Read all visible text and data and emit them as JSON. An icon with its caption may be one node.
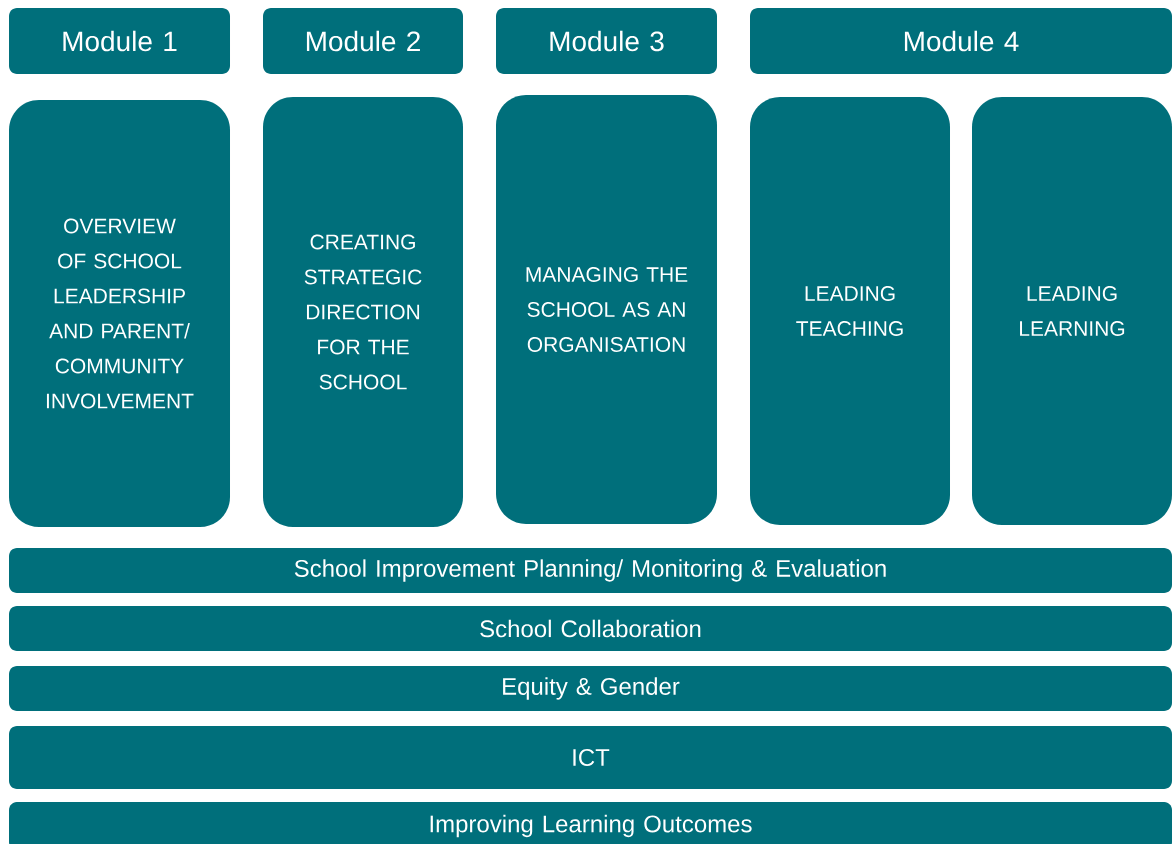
{
  "diagram": {
    "nodes": [
      {
        "text": [
          "Module 1"
        ]
      },
      {
        "text": [
          "Module 2"
        ]
      },
      {
        "text": [
          "Module 3"
        ]
      },
      {
        "text": [
          "Module 4"
        ]
      },
      {
        "text": [
          "OVERVIEW OF SCHOOL LEADERSHIP AND PARENT/ COMMUNITY INVOLVEMENT"
        ]
      },
      {
        "text": [
          "CREATING STRATEGIC DIRECTION FOR THE SCHOOL"
        ]
      },
      {
        "text": [
          "MANAGING THE SCHOOL AS AN ORGANISATION"
        ]
      },
      {
        "text": [
          "LEADING TEACHING"
        ]
      },
      {
        "text": [
          "LEADING LEARNING"
        ]
      },
      {
        "text": [
          "School Improvement Planning/ Monitoring & Evaluation"
        ]
      },
      {
        "text": [
          "School Collaboration"
        ]
      },
      {
        "text": [
          "Equity & Gender"
        ]
      },
      {
        "text": [
          "ICT"
        ]
      },
      {
        "text": [
          "Improving Learning Outcomes"
        ]
      }
    ]
  }
}
